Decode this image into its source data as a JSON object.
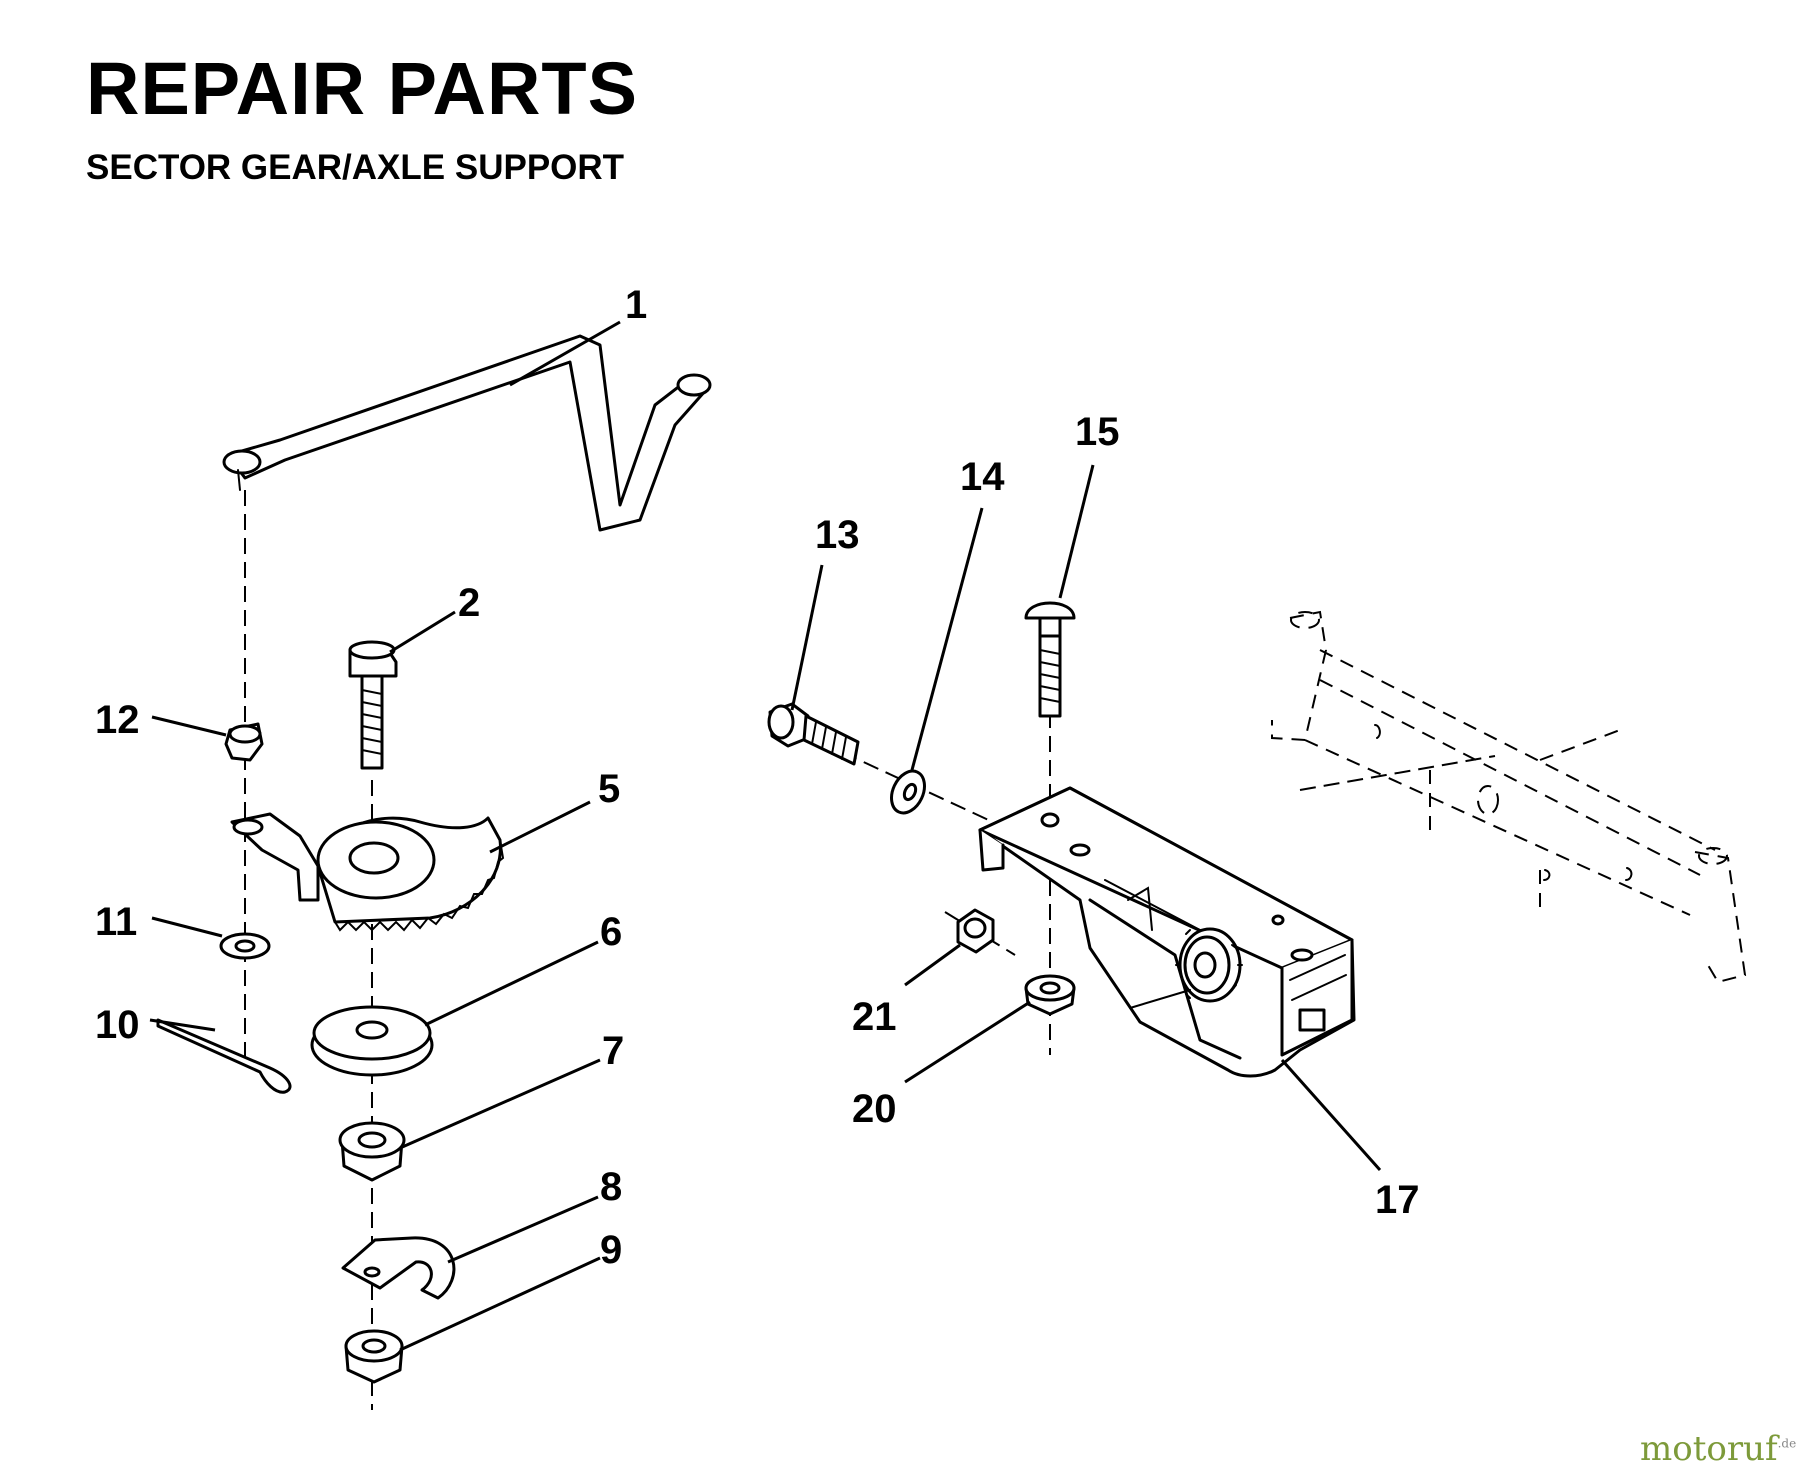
{
  "header": {
    "title": "REPAIR PARTS",
    "subtitle": "SECTOR GEAR/AXLE SUPPORT"
  },
  "callouts": {
    "c1": "1",
    "c2": "2",
    "c5": "5",
    "c6": "6",
    "c7": "7",
    "c8": "8",
    "c9": "9",
    "c10": "10",
    "c11": "11",
    "c12": "12",
    "c13": "13",
    "c14": "14",
    "c15": "15",
    "c17": "17",
    "c20": "20",
    "c21": "21"
  },
  "watermark": {
    "main": "motoruf",
    "suffix": ".de"
  }
}
